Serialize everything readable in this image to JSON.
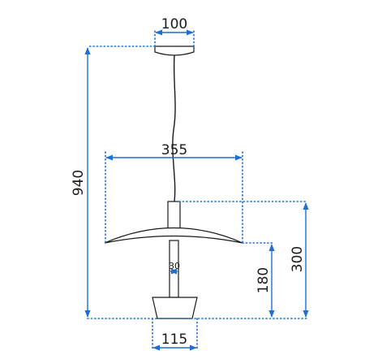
{
  "dimensions": {
    "canopy_width": "100",
    "shade_width": "355",
    "total_height": "940",
    "upper_height": "300",
    "lower_height": "180",
    "rod_width": "30",
    "base_width": "115"
  },
  "colors": {
    "dimension_lines": "#1f6fd1",
    "lamp_outline": "#1a1a1a",
    "text": "#1a1a1a",
    "background": "#ffffff"
  }
}
